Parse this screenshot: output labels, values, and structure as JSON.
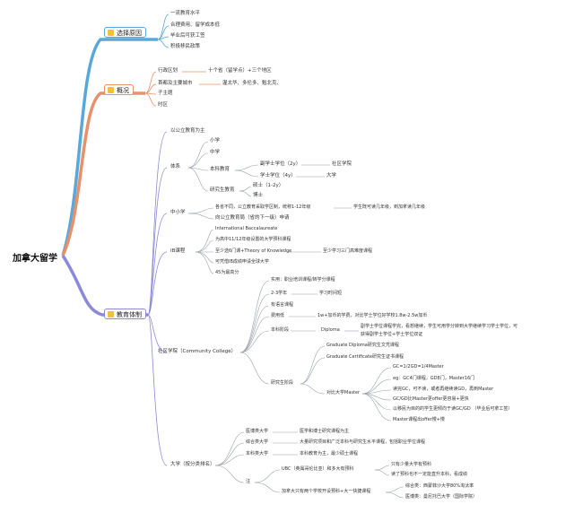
{
  "colors": {
    "blue": "#58a8dc",
    "orange": "#e8906a",
    "purple": "#8c8ad8",
    "line": "#9aa0a8",
    "icon": "#f0c23a"
  },
  "root": "加拿大留学",
  "b1": {
    "label": "选择原因",
    "items": [
      "一流教育水平",
      "合理费用、留学成本低",
      "毕业后可获工签",
      "积极移民政策"
    ]
  },
  "b2": {
    "label": "概况",
    "admin": "行政区划",
    "admin_val": "十个省（留学点）+三个地区",
    "cities": "首都及主要城市",
    "cities_val": "渥太华、多伦多、魁北克、",
    "c3": "子主题",
    "c4": "时区"
  },
  "b3": {
    "label": "教育体制",
    "public": "以公立教育为主",
    "sys": {
      "label": "体系",
      "xiao": "小学",
      "zhong": "中学",
      "bk": "本科教育",
      "xue": "副学士学位（2y）",
      "xue_val": "社区学院",
      "bach": "学士学位（4y）",
      "bach_val": "大学",
      "grad": "研究生教育",
      "ma": "硕士（1-2y）",
      "phd": "博士"
    },
    "k12": {
      "label": "中小学",
      "a": "各省不同，公立教育采取学区制，统称1-12年级",
      "a_val": "学生既可读几年级，到加拿读几年级",
      "b": "向公立教育局（省的下一级）申请"
    },
    "ib": {
      "label": "IB课程",
      "a": "International Baccalaureate",
      "b": "为高中11/12年级设置的大学预科课程",
      "c": "至少选6门课+Theory of Knowledge",
      "c_val": "至少学习三门高难度课程",
      "d": "可凭借IB成绩申请全球大学",
      "e": "45为最高分"
    },
    "cc": {
      "label": "社区学院（Community College）",
      "a": "实用：职业培训课程/转学分课程",
      "b": "2-3学年",
      "b_val": "学习时间短",
      "c": "有语言课程",
      "d": "费用低",
      "d_val": "1w+加币的学费，对比学士学位好学校1.8w-2.5w加币",
      "e": "本科阶段",
      "e_sub": "Diploma",
      "e_val1": "副学士学位课程学完，看想继续，学生可用学分转到大学继续学习学士学位，可",
      "e_val2": "获得副学士学位+学士学位双证",
      "gr": {
        "label": "研究生阶段",
        "a": "Graduate Diploma研究生文凭课程",
        "b": "Graduate Certificate研究生证书课程",
        "ms": {
          "label": "对比大学Master",
          "a": "GC=1/2GD=1/4Master",
          "b": "eg：GC4门课程，GD8门，Master16门",
          "c": "读完GC，可不读，或者再继续读GD，再到Master",
          "d": "GC/GD比Master更offer更容易+更快",
          "e": "以移民为目的的学生更倾向于读GC/GD （毕业后可拿工签）",
          "f": "Master课程出offer慢+慢"
        }
      }
    },
    "uni": {
      "label": "大学（按分类排名）",
      "a": "医博类大学",
      "a_val": "医学和博士研究课程为主",
      "b": "综合类大学",
      "b_val": "大量研究项目和广泛本科与研究生水平课程，包括职业学位课程",
      "c": "本科类大学",
      "c_val": "本科教育为主，最少硕士课程",
      "note": {
        "label": "注",
        "a": "UBC（英属哥伦比亚）和多大有预科",
        "a1": "只有少量大学有预科",
        "a2": "读了预科也不一定能直升本科，看成绩",
        "b": "加拿大只有两个学校开设预科+大一快捷课程",
        "b1": "综合类：西蒙菲沙大学80%淘汰率",
        "b2": "医博类：曼尼托巴大学（国际学院）"
      }
    }
  }
}
